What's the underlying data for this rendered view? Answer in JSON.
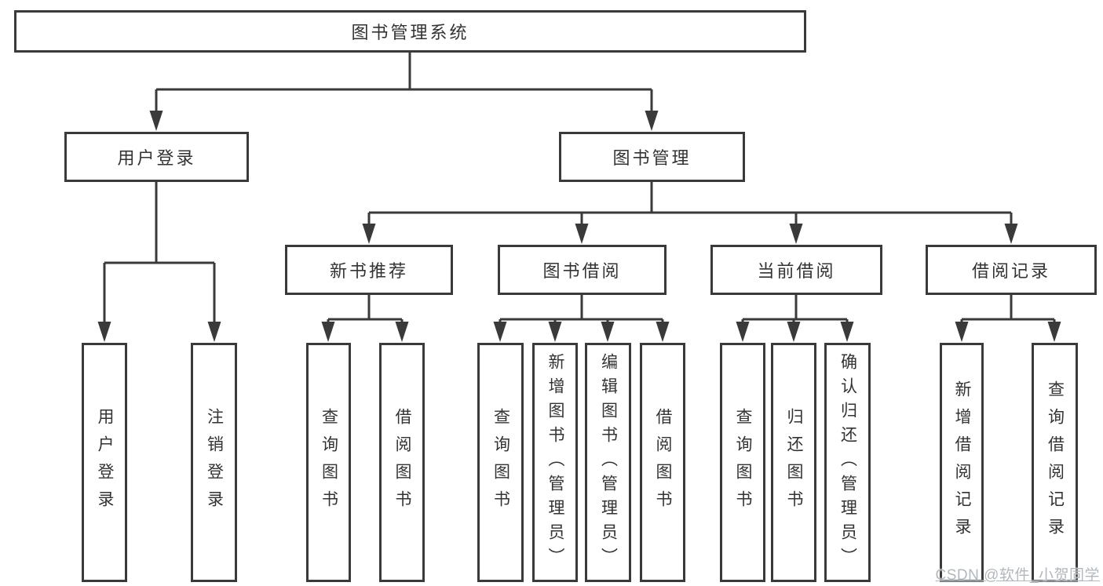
{
  "root": {
    "label": "图书管理系统"
  },
  "branches": [
    {
      "label": "用户登录",
      "children": [
        "用户登录",
        "注销登录"
      ]
    },
    {
      "label": "图书管理",
      "children": [
        {
          "label": "新书推荐",
          "children": [
            "查询图书",
            "借阅图书"
          ]
        },
        {
          "label": "图书借阅",
          "children": [
            "查询图书",
            "新增图书（管理员）",
            "编辑图书（管理员）",
            "借阅图书"
          ]
        },
        {
          "label": "当前借阅",
          "children": [
            "查询图书",
            "归还图书",
            "确认归还（管理员）"
          ]
        },
        {
          "label": "借阅记录",
          "children": [
            "新增借阅记录",
            "查询借阅记录"
          ]
        }
      ]
    }
  ],
  "watermark": "CSDN @软件_小贺同学",
  "colors": {
    "line": "#3a3a3a",
    "text": "#333333",
    "watermark": "#b2b8be",
    "background": "#ffffff"
  }
}
